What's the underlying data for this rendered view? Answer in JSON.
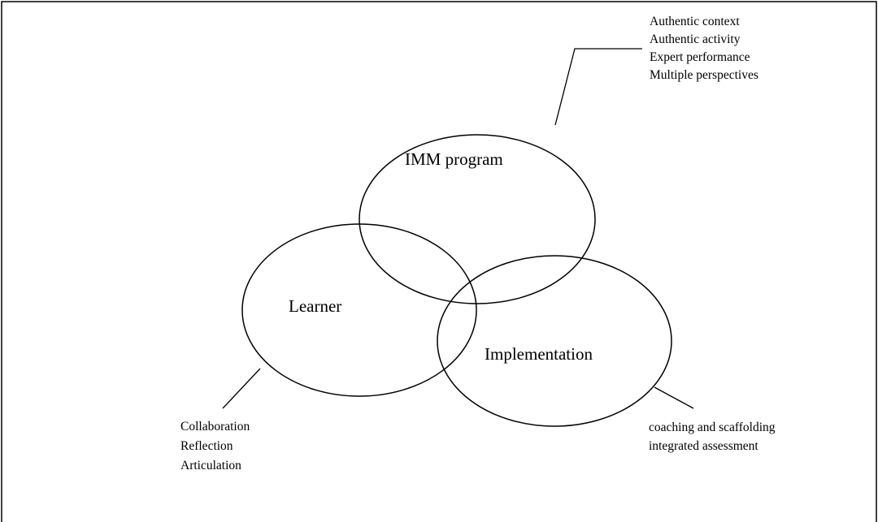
{
  "diagram": {
    "circles": [
      {
        "id": "imm",
        "label": "IMM program"
      },
      {
        "id": "learner",
        "label": "Learner"
      },
      {
        "id": "implementation",
        "label": "Implementation"
      }
    ],
    "notes": {
      "top": [
        "Authentic context",
        "Authentic activity",
        "Expert performance",
        "Multiple perspectives"
      ],
      "left": [
        "Collaboration",
        "Reflection",
        "Articulation"
      ],
      "right": [
        "coaching and scaffolding",
        "integrated assessment"
      ]
    }
  },
  "colors": {
    "stroke": "#000000",
    "background": "#ffffff"
  }
}
